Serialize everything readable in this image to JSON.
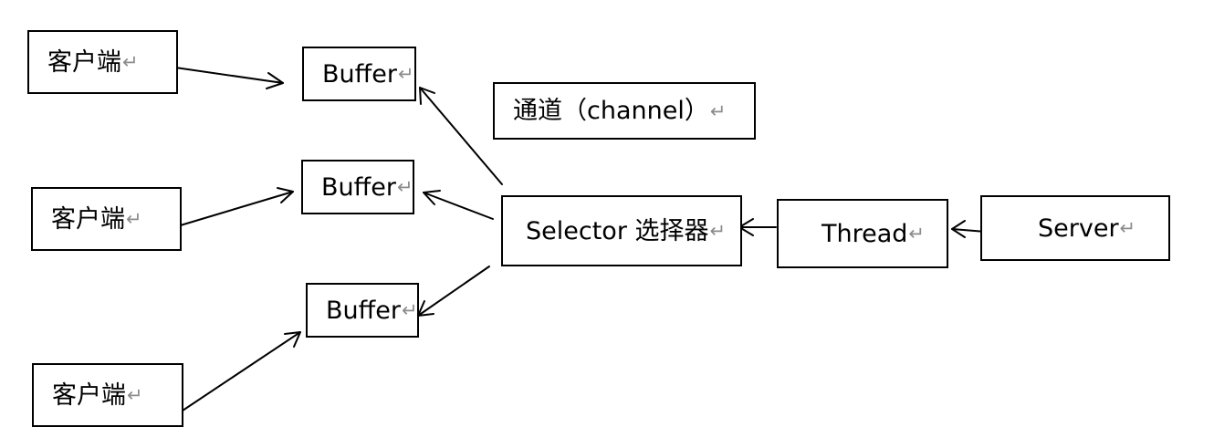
{
  "para_mark": "↵",
  "nodes": {
    "client_1": {
      "label": "客户端"
    },
    "client_2": {
      "label": "客户端"
    },
    "client_3": {
      "label": "客户端"
    },
    "buffer_1": {
      "label": "Buffer"
    },
    "buffer_2": {
      "label": "Buffer"
    },
    "buffer_3": {
      "label": "Buffer"
    },
    "channel": {
      "label": "通道（channel）"
    },
    "selector": {
      "label": "Selector 选择器"
    },
    "thread": {
      "label": "Thread"
    },
    "server": {
      "label": "Server"
    }
  },
  "edges": [
    {
      "from": "client_1",
      "to": "buffer_1"
    },
    {
      "from": "client_2",
      "to": "buffer_2"
    },
    {
      "from": "client_3",
      "to": "buffer_3"
    },
    {
      "from": "selector",
      "to": "buffer_1"
    },
    {
      "from": "selector",
      "to": "buffer_2"
    },
    {
      "from": "selector",
      "to": "buffer_3"
    },
    {
      "from": "thread",
      "to": "selector"
    },
    {
      "from": "server",
      "to": "thread"
    }
  ]
}
